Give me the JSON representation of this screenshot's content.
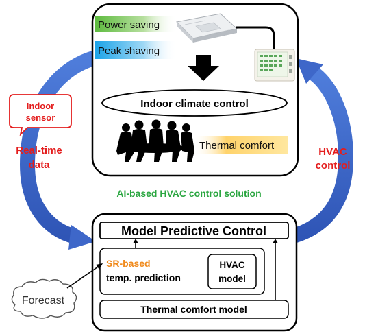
{
  "top_panel": {
    "power_saving_label": "Power saving",
    "peak_shaving_label": "Peak shaving",
    "indoor_climate_label": "Indoor climate control",
    "thermal_comfort_label": "Thermal comfort"
  },
  "middle_title": "AI-based HVAC control solution",
  "left_side": {
    "indoor_sensor_line1": "Indoor",
    "indoor_sensor_line2": "sensor",
    "realtime_line1": "Real-time",
    "realtime_line2": "data"
  },
  "right_side": {
    "hvac_line1": "HVAC",
    "hvac_line2": "control"
  },
  "bottom_panel": {
    "mpc_label": "Model Predictive Control",
    "sr_based_label": "SR-based",
    "temp_prediction_label": "temp. prediction",
    "hvac_model_line1": "HVAC",
    "hvac_model_line2": "model",
    "thermal_comfort_model_label": "Thermal comfort model"
  },
  "forecast_label": "Forecast",
  "colors": {
    "red_text": "#e41d1d",
    "green_text": "#2aa640",
    "orange_text": "#f08a1c",
    "blue_arrow": "#3e67c9"
  },
  "icons": [
    "ceiling-ac-unit-icon",
    "thermostat-panel-icon",
    "down-arrow-icon",
    "people-meeting-icon"
  ]
}
